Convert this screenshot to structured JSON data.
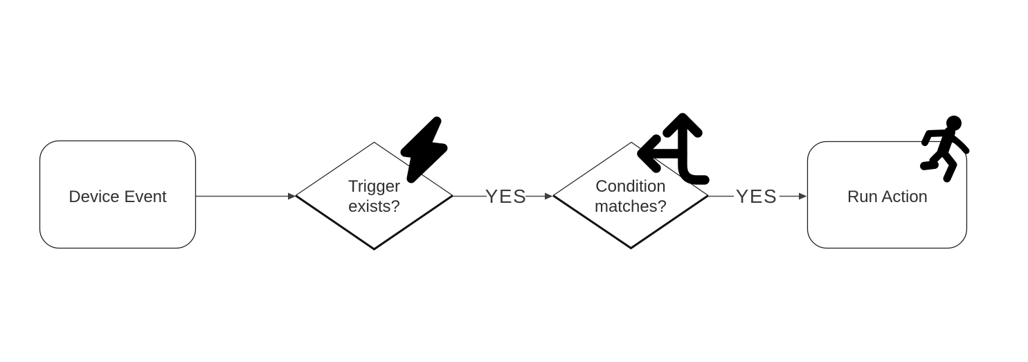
{
  "diagram": {
    "type": "flowchart",
    "orientation": "left-to-right",
    "colors": {
      "background": "#ffffff",
      "node_fill": "#ffffff",
      "node_stroke": "#1f1f1f",
      "diamond_bottom_edge": "#111111",
      "connector_line": "#4a4a4a",
      "text": "#2f2f2f",
      "icon": "#000000"
    },
    "nodes": [
      {
        "id": "device-event",
        "shape": "rounded-rectangle",
        "label": "Device Event",
        "icon": null
      },
      {
        "id": "trigger-exists",
        "shape": "diamond",
        "label": "Trigger exists?",
        "label_line1": "Trigger",
        "label_line2": "exists?",
        "icon": "lightning-bolt-icon"
      },
      {
        "id": "condition-matches",
        "shape": "diamond",
        "label": "Condition matches?",
        "label_line1": "Condition",
        "label_line2": "matches?",
        "icon": "split-arrows-icon"
      },
      {
        "id": "run-action",
        "shape": "rounded-rectangle",
        "label": "Run Action",
        "icon": "person-running-icon"
      }
    ],
    "edges": [
      {
        "from": "device-event",
        "to": "trigger-exists",
        "label": ""
      },
      {
        "from": "trigger-exists",
        "to": "condition-matches",
        "label": "YES"
      },
      {
        "from": "condition-matches",
        "to": "run-action",
        "label": "YES"
      }
    ]
  }
}
